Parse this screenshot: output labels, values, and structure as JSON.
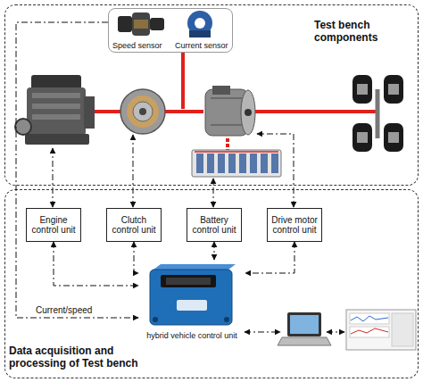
{
  "diagram": {
    "nodes": [
      {
        "text": [
          "Test bench components"
        ]
      },
      {
        "text": [
          "Speed sensor",
          "Current sensor"
        ],
        "in": 0
      },
      {
        "text": [
          "Data acquisition and processing of Test bench"
        ]
      },
      {
        "text": [
          "Engine control unit"
        ],
        "in": 2
      },
      {
        "text": [
          "Clutch control unit"
        ],
        "in": 2
      },
      {
        "text": [
          "Battery control unit"
        ],
        "in": 2
      },
      {
        "text": [
          "Drive motor control unit"
        ],
        "in": 2
      },
      {
        "text": [
          "hybrid vehicle control unit"
        ],
        "in": 2
      }
    ],
    "edges": [
      {
        "from": 3,
        "to": 7,
        "arrow": "both"
      },
      {
        "from": 4,
        "to": 7,
        "arrow": "both"
      },
      {
        "from": 5,
        "to": 7,
        "arrow": "both"
      },
      {
        "from": 6,
        "to": 7,
        "arrow": "both"
      },
      {
        "from": 1,
        "to": 7,
        "label": "Current/speed",
        "arrow": "to"
      }
    ]
  }
}
